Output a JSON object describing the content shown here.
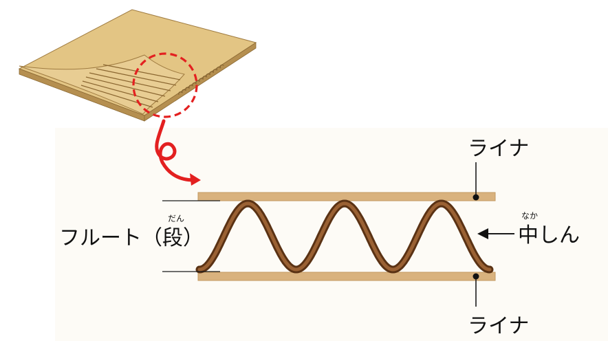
{
  "diagram": {
    "labels": {
      "liner_top": "ライナ",
      "liner_bottom": "ライナ",
      "medium_reading": "なか",
      "medium": "中しん",
      "flute_prefix": "フルート（",
      "flute_kanji": "段",
      "flute_suffix": "）",
      "flute_reading": "だん"
    },
    "colors": {
      "panel_background": "#fdfbf6",
      "liner": "#d9b27e",
      "liner_edge": "#c49a62",
      "medium_outer": "#5a3214",
      "medium_inner": "#9a6133",
      "zoom_circle": "#e32020",
      "zoom_arrow": "#e32020",
      "cardboard_top": "#e3c584",
      "cardboard_edge": "#b58f50",
      "label_text": "#111111",
      "leader_line": "#1a1a1a"
    },
    "icons": {
      "zoom_marker": "dashed-circle",
      "zoom_pointer": "curly-arrow",
      "cardboard": "corrugated-sheet-illustration"
    }
  }
}
